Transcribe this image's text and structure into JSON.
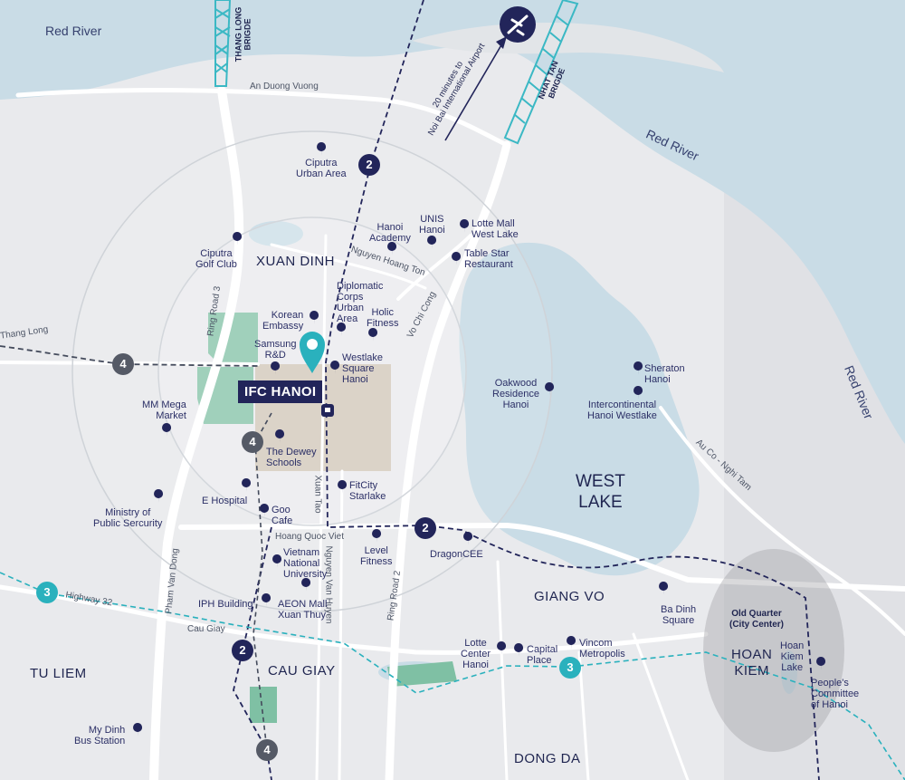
{
  "colors": {
    "land": "#e9eaed",
    "water": "#c9dce6",
    "road": "#ffffff",
    "park": "#7fc0a4",
    "site": "#cfc5b5",
    "navy": "#22255a",
    "teal": "#2ab1bd",
    "bridge": "#3bb8c4"
  },
  "hero": {
    "label": "IFC HANOI",
    "icon": "map-pin-teal-icon"
  },
  "water": {
    "red_river_nw": "Red River",
    "red_river_mid": "Red River",
    "red_river_e": "Red River",
    "west_lake": "WEST\nLAKE"
  },
  "bridges": {
    "thang_long": "THANG LONG\nBRIGDE",
    "nhat_tan": "NHAT TAN\nBRIGDE"
  },
  "airport": {
    "text": "20 minutes to\nNoi Bai International Airport",
    "icon": "airplane-icon"
  },
  "roads": {
    "an_duong_vuong": "An Duong Vuong",
    "nguyen_hoang_ton": "Nguyen Hoang Ton",
    "vo_chi_cong": "Vo Chi Cong",
    "ring_road_3": "Ring Road 3",
    "thang_long_blvd": "Thang Long",
    "pham_van_dong": "Pham Van Dong",
    "highway_32": "Highway 32",
    "cau_giay_road": "Cau Giay",
    "hoang_quoc_viet": "Hoang Quoc Viet",
    "xuan_tao": "Xuan Tao",
    "nguyen_van_huyen": "Nguyen Van Huyen",
    "ring_road_2": "Ring Road 2",
    "au_co": "Au Co - Nghi Tam"
  },
  "districts": {
    "xuan_dinh": "XUAN DINH",
    "tu_liem": "TU LIEM",
    "cau_giay": "CAU GIAY",
    "giang_vo": "GIANG VO",
    "dong_da": "DONG DA",
    "hoan_kiem": "HOAN\nKIEM"
  },
  "old_quarter": "Old Quarter\n(City Center)",
  "pois": [
    {
      "id": "ciputra-urban-area",
      "label": "Ciputra\nUrban Area"
    },
    {
      "id": "hanoi-academy",
      "label": "Hanoi\nAcademy"
    },
    {
      "id": "unis-hanoi",
      "label": "UNIS\nHanoi"
    },
    {
      "id": "lotte-mall-west-lake",
      "label": "Lotte Mall\nWest Lake"
    },
    {
      "id": "table-star-restaurant",
      "label": "Table Star\nRestaurant"
    },
    {
      "id": "ciputra-golf-club",
      "label": "Ciputra\nGolf Club"
    },
    {
      "id": "diplomatic-corps",
      "label": "Diplomatic\nCorps\nUrban\nArea"
    },
    {
      "id": "holic-fitness",
      "label": "Holic\nFitness"
    },
    {
      "id": "korean-embassy",
      "label": "Korean\nEmbassy"
    },
    {
      "id": "samsung-rd",
      "label": "Samsung\nR&D"
    },
    {
      "id": "westlake-square",
      "label": "Westlake\nSquare\nHanoi"
    },
    {
      "id": "mm-mega-market",
      "label": "MM Mega\nMarket"
    },
    {
      "id": "dewey-schools",
      "label": "The Dewey\nSchools"
    },
    {
      "id": "e-hospital",
      "label": "E Hospital"
    },
    {
      "id": "fitcity-starlake",
      "label": "FitCity\nStarlake"
    },
    {
      "id": "ministry-public-security",
      "label": "Ministry of\nPublic Sercurity"
    },
    {
      "id": "goo-cafe",
      "label": "Goo\nCafe"
    },
    {
      "id": "level-fitness",
      "label": "Level\nFitness"
    },
    {
      "id": "dragoncee",
      "label": "DragonCEE"
    },
    {
      "id": "vietnam-national-university",
      "label": "Vietnam\nNational\nUniversity"
    },
    {
      "id": "iph-building",
      "label": "IPH Building"
    },
    {
      "id": "aeon-mall",
      "label": "AEON Mall\nXuan Thuy"
    },
    {
      "id": "oakwood-residence",
      "label": "Oakwood\nResidence\nHanoi"
    },
    {
      "id": "sheraton-hanoi",
      "label": "Sheraton\nHanoi"
    },
    {
      "id": "intercontinental",
      "label": "Intercontinental\nHanoi Westlake"
    },
    {
      "id": "ba-dinh-square",
      "label": "Ba Dinh\nSquare"
    },
    {
      "id": "lotte-center-hanoi",
      "label": "Lotte\nCenter\nHanoi"
    },
    {
      "id": "capital-place",
      "label": "Capital\nPlace"
    },
    {
      "id": "vincom-metropolis",
      "label": "Vincom\nMetropolis"
    },
    {
      "id": "hoan-kiem-lake",
      "label": "Hoan\nKiem\nLake"
    },
    {
      "id": "peoples-committee",
      "label": "People's\nCommittee\nof Hanoi"
    },
    {
      "id": "my-dinh-bus-station",
      "label": "My Dinh\nBus Station"
    }
  ],
  "metro": [
    {
      "id": "m2-north",
      "line": "2"
    },
    {
      "id": "m4-west",
      "line": "4"
    },
    {
      "id": "m4-site",
      "line": "4"
    },
    {
      "id": "m2-hqv",
      "line": "2"
    },
    {
      "id": "m3-west",
      "line": "3"
    },
    {
      "id": "m2-cau-giay",
      "line": "2"
    },
    {
      "id": "m3-kim-ma",
      "line": "3"
    },
    {
      "id": "m4-south",
      "line": "4"
    }
  ]
}
